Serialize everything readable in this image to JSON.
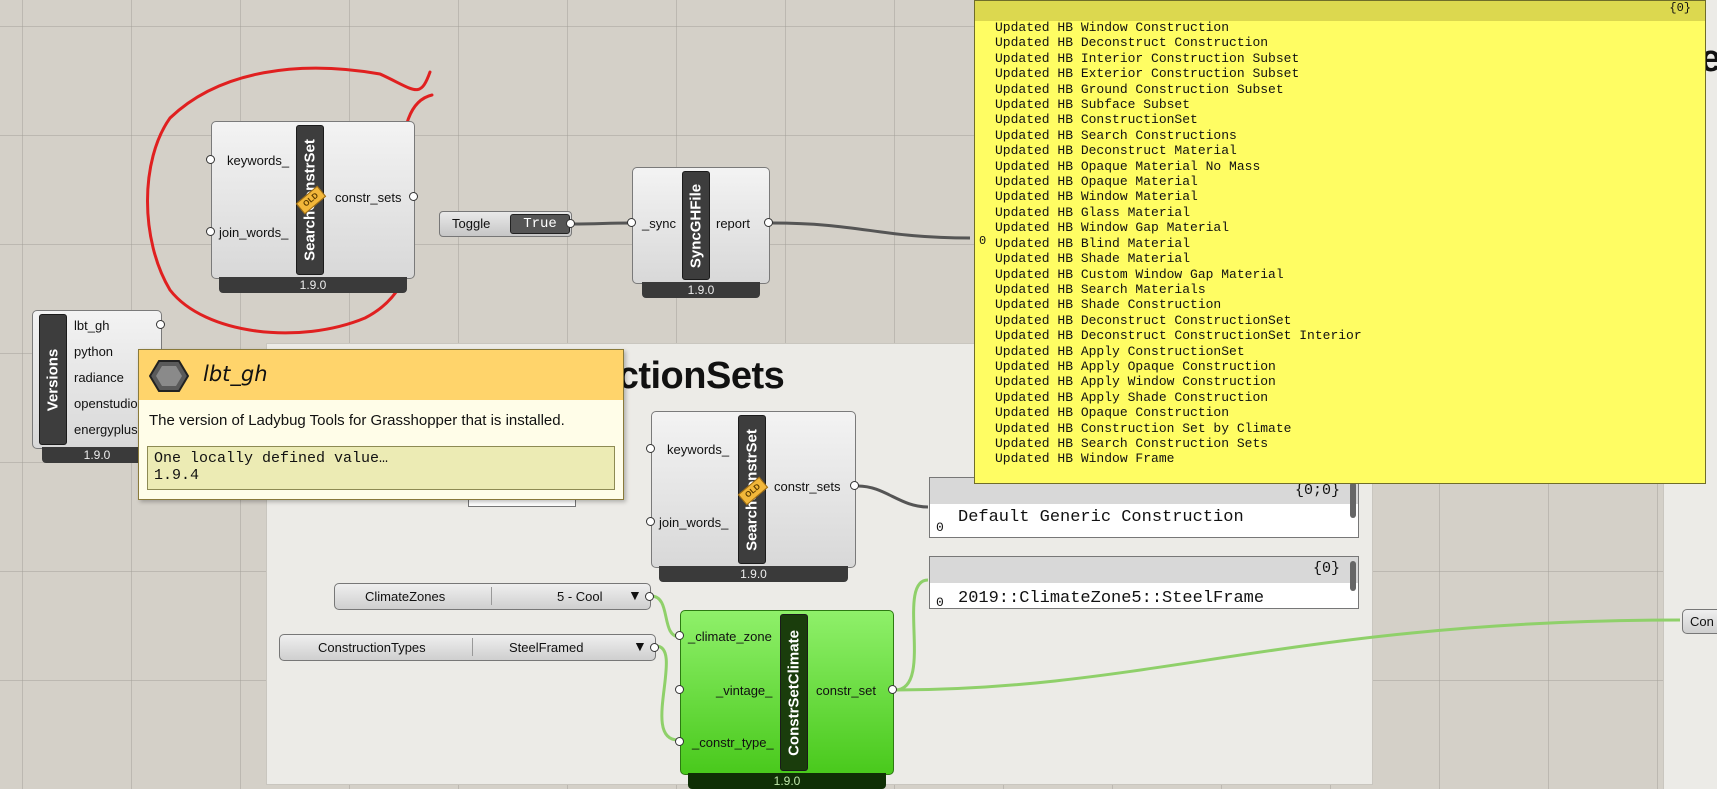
{
  "canvas": {
    "group_title": "uctionSets",
    "right_glyph": "e"
  },
  "search_old": {
    "nickname": "SearchConstrSet",
    "badge": "OLD",
    "inputs": [
      "keywords_",
      "join_words_"
    ],
    "output": "constr_sets",
    "version": "1.9.0"
  },
  "toggle": {
    "label": "Toggle",
    "value": "True"
  },
  "sync": {
    "nickname": "SyncGHFile",
    "input": "_sync",
    "output": "report",
    "version": "1.9.0"
  },
  "versions": {
    "nickname": "Versions",
    "outputs": [
      "lbt_gh",
      "python",
      "radiance",
      "openstudio",
      "energyplus"
    ],
    "version": "1.9.0"
  },
  "tooltip": {
    "title": "lbt_gh",
    "description": "The version of Ladybug Tools for Grasshopper that is installed.",
    "value_line1": "One locally defined value…",
    "value_line2": "1.9.4"
  },
  "search_group": {
    "nickname": "SearchConstrSet",
    "badge": "OLD",
    "inputs": [
      "keywords_",
      "join_words_"
    ],
    "output": "constr_sets",
    "version": "1.9.0"
  },
  "panel_generic": {
    "index": "{0;0}",
    "text": "Default Generic Construction",
    "row": "0"
  },
  "panel_climate": {
    "index": "{0}",
    "text": "2019::ClimateZone5::SteelFrame",
    "row": "0"
  },
  "climate_zones": {
    "name": "ClimateZones",
    "value": "5 - Cool"
  },
  "construction_types": {
    "name": "ConstructionTypes",
    "value": "SteelFramed"
  },
  "climate_comp": {
    "nickname": "ConstrSetClimate",
    "inputs": [
      "_climate_zone",
      "_vintage_",
      "_constr_type_"
    ],
    "output": "constr_set",
    "version": "1.9.0"
  },
  "stub": {
    "label": "Con"
  },
  "report": {
    "index": "{0}",
    "row": "0",
    "lines": [
      "Updated HB Window Construction",
      "Updated HB Deconstruct Construction",
      "Updated HB Interior Construction Subset",
      "Updated HB Exterior Construction Subset",
      "Updated HB Ground Construction Subset",
      "Updated HB Subface Subset",
      "Updated HB ConstructionSet",
      "Updated HB Search Constructions",
      "Updated HB Deconstruct Material",
      "Updated HB Opaque Material No Mass",
      "Updated HB Opaque Material",
      "Updated HB Window Material",
      "Updated HB Glass Material",
      "Updated HB Window Gap Material",
      "Updated HB Blind Material",
      "Updated HB Shade Material",
      "Updated HB Custom Window Gap Material",
      "Updated HB Search Materials",
      "Updated HB Shade Construction",
      "Updated HB Deconstruct ConstructionSet",
      "Updated HB Deconstruct ConstructionSet Interior",
      "Updated HB Apply ConstructionSet",
      "Updated HB Apply Opaque Construction",
      "Updated HB Apply Window Construction",
      "Updated HB Apply Shade Construction",
      "Updated HB Opaque Construction",
      "Updated HB Construction Set by Climate",
      "Updated HB Search Construction Sets",
      "Updated HB Window Frame"
    ]
  },
  "colors": {
    "canvas": "#d4d0c8",
    "group": "#ecebe7",
    "report": "#fffd63",
    "tooltip_header": "#ffd46b",
    "annotation": "#e02020",
    "wire_dark": "#555555",
    "wire_green": "#8fd06a"
  }
}
